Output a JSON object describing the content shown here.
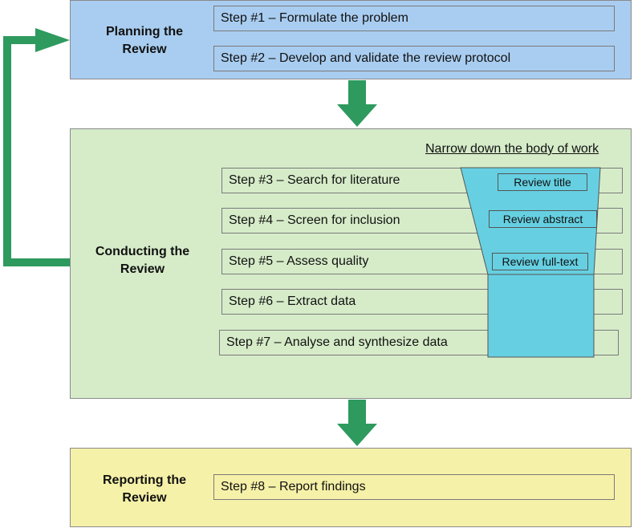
{
  "colors": {
    "planning_fill": "#a9cdf0",
    "conducting_fill": "#d6ecc9",
    "reporting_fill": "#f6f1a8",
    "arrow": "#2e9a5e",
    "funnel": "#66d0e2"
  },
  "phases": {
    "planning": {
      "label": "Planning the\nReview",
      "steps": [
        "Step #1 – Formulate the problem",
        "Step #2 – Develop and validate the review protocol"
      ]
    },
    "conducting": {
      "label": "Conducting the\nReview",
      "narrow_label": "Narrow down the body of work",
      "steps": [
        "Step #3 – Search for literature",
        "Step #4 – Screen for inclusion",
        "Step #5 – Assess quality",
        "Step #6 – Extract data",
        "Step #7 – Analyse and synthesize data"
      ],
      "funnel_labels": [
        "Review title",
        "Review abstract",
        "Review full-text"
      ]
    },
    "reporting": {
      "label": "Reporting the\nReview",
      "steps": [
        "Step #8 – Report findings"
      ]
    }
  }
}
